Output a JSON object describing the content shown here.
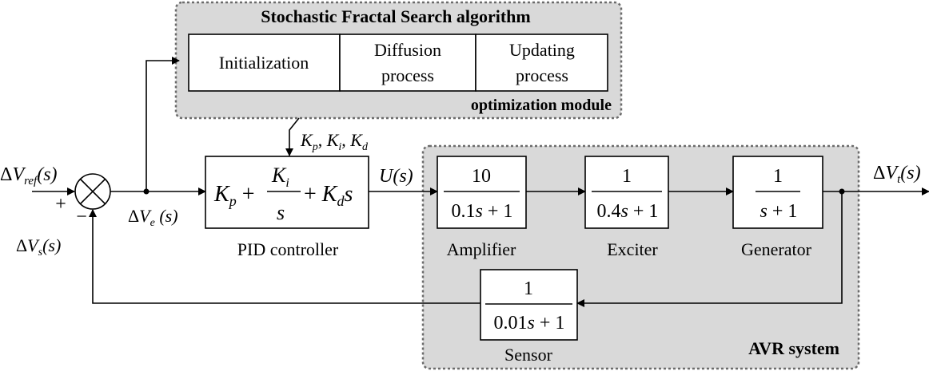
{
  "optimization_module": {
    "title": "Stochastic Fractal Search algorithm",
    "label": "optimization module",
    "steps": {
      "initialization": "Initialization",
      "diffusion_l1": "Diffusion",
      "diffusion_l2": "process",
      "updating_l1": "Updating",
      "updating_l2": "process"
    },
    "output_gains": "K_p, K_i, K_d"
  },
  "signals": {
    "reference": "ΔV_ref(s)",
    "error": "ΔV_e(s)",
    "control": "U(s)",
    "terminal": "ΔV_t(s)",
    "sensor": "ΔV_s(s)",
    "plus_sign": "+",
    "minus_sign": "−"
  },
  "pid": {
    "caption": "PID controller",
    "transfer_function": "K_p + K_i/s + K_d s"
  },
  "avr_system": {
    "label": "AVR system",
    "blocks": {
      "amplifier": {
        "caption": "Amplifier",
        "numerator": "10",
        "denominator": "0.1s + 1"
      },
      "exciter": {
        "caption": "Exciter",
        "numerator": "1",
        "denominator": "0.4s + 1"
      },
      "generator": {
        "caption": "Generator",
        "numerator": "1",
        "denominator": "s + 1"
      },
      "sensor": {
        "caption": "Sensor",
        "numerator": "1",
        "denominator": "0.01s + 1"
      }
    }
  }
}
